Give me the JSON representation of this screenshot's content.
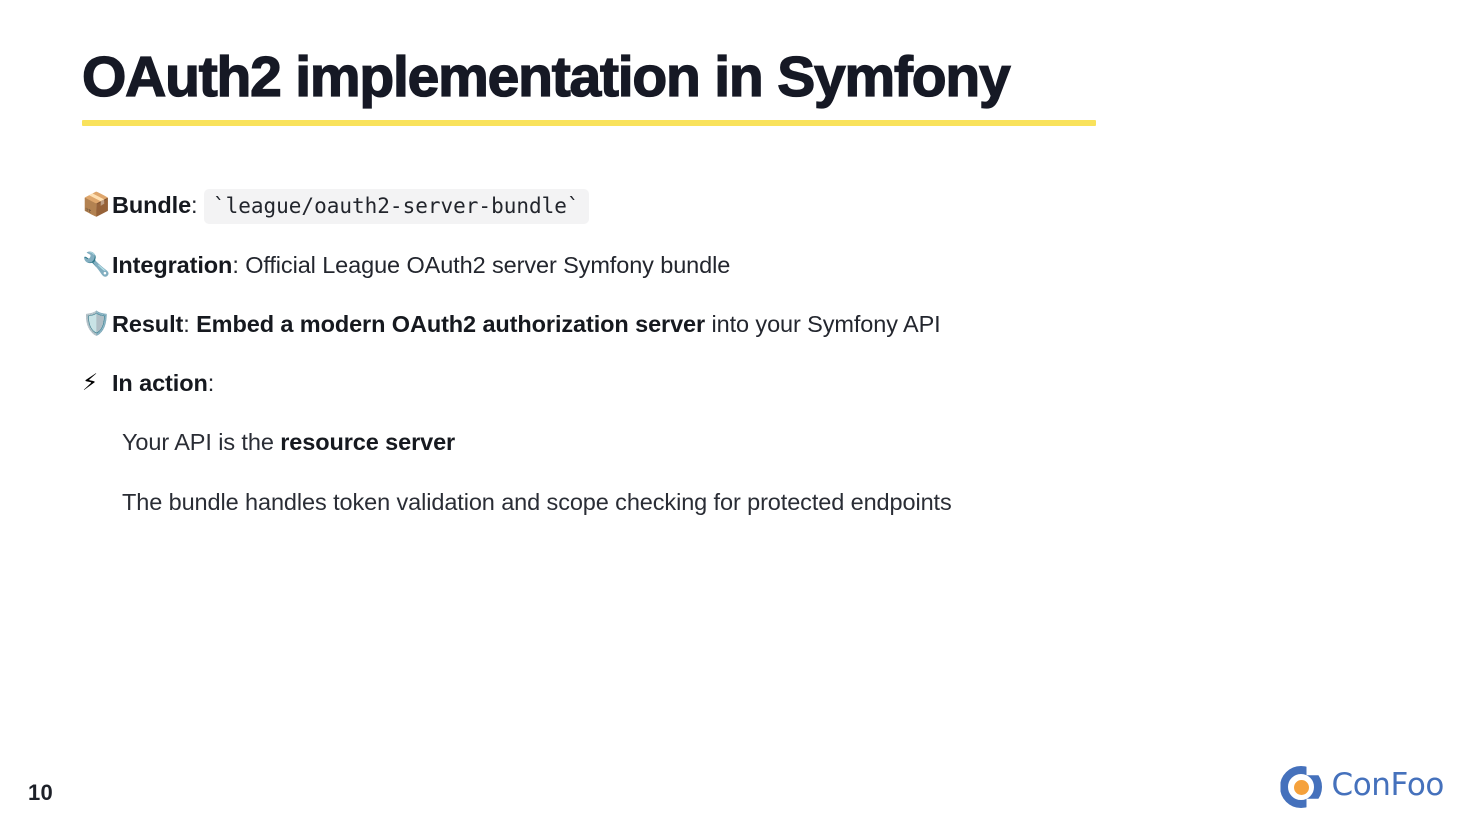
{
  "slide": {
    "title": "OAuth2 implementation in Symfony",
    "page_number": "10",
    "accent_color": "#F9E25C",
    "title_color": "#161925",
    "background_color": "#FFFFFF"
  },
  "bullets": [
    {
      "emoji": "📦",
      "emoji_name": "package-emoji",
      "label": "Bundle",
      "separator": ":",
      "code": "`league/oauth2-server-bundle`"
    },
    {
      "emoji": "🔧",
      "emoji_name": "wrench-emoji",
      "label": "Integration",
      "separator": ": ",
      "text": "Official League OAuth2 server Symfony bundle"
    },
    {
      "emoji": "🛡️",
      "emoji_name": "shield-emoji",
      "label": "Result",
      "separator": ": ",
      "bold_text": "Embed a modern OAuth2 authorization server",
      "text": " into your Symfony API"
    },
    {
      "emoji": "⚡",
      "emoji_name": "lightning-emoji",
      "label": "In action",
      "separator": ":"
    }
  ],
  "subitems": [
    {
      "text_before": "Your API is the ",
      "bold_text": "resource server",
      "text_after": ""
    },
    {
      "text_before": "The bundle handles token validation and scope checking for protected endpoints",
      "bold_text": "",
      "text_after": ""
    }
  ],
  "logo": {
    "wordmark": "ConFoo",
    "ring_color": "#4571BC",
    "dot_color": "#F5A13C"
  }
}
